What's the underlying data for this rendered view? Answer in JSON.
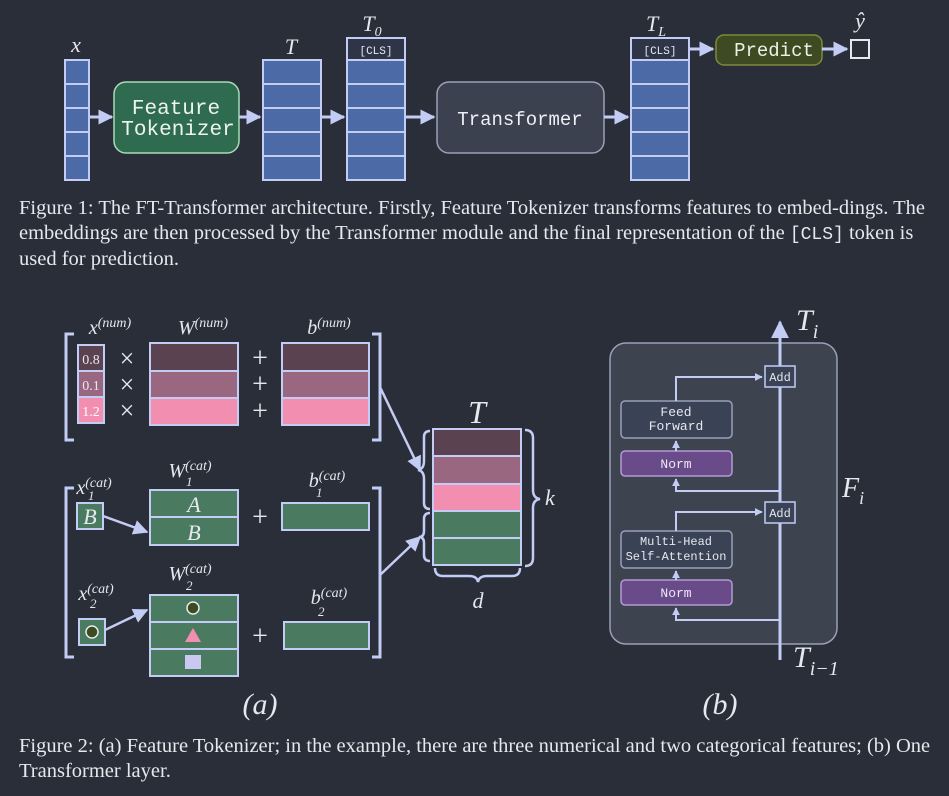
{
  "figure1": {
    "x_label": "x",
    "T_label": "T",
    "T0_label": "T",
    "T0_sub": "0",
    "TL_label": "T",
    "TL_sub": "L",
    "yhat_label": "ŷ",
    "cls_token": "[CLS]",
    "feature_tokenizer_line1": "Feature",
    "feature_tokenizer_line2": "Tokenizer",
    "transformer_label": "Transformer",
    "predict_label": "Predict",
    "caption_prefix": "Figure 1: The FT-Transformer architecture. Firstly, Feature Tokenizer transforms features to embed-dings. The embeddings are then processed by the Transformer module and the final representation of the ",
    "caption_cls": "[CLS]",
    "caption_suffix": " token is used for prediction."
  },
  "figure2": {
    "x_num_label": "x",
    "num_sup": "(num)",
    "W_num_label": "W",
    "b_num_label": "b",
    "num_values": [
      "0.8",
      "0.1",
      "1.2"
    ],
    "times": "×",
    "plus": "+",
    "x_cat1_label": "x",
    "x_cat2_label": "x",
    "cat_sup": "(cat)",
    "sub1": "1",
    "sub2": "2",
    "W_cat1_label": "W",
    "W_cat2_label": "W",
    "b_cat1_label": "b",
    "b_cat2_label": "b",
    "cat1_value": "B",
    "cat1_rows": [
      "A",
      "B"
    ],
    "T_label": "T",
    "k_label": "k",
    "d_label": "d",
    "panel_a_label": "(a)",
    "panel_b_label": "(b)",
    "Ti_label": "T",
    "Ti_sub": "i",
    "Ti1_label": "T",
    "Ti1_sub": "i−1",
    "Fi_label": "F",
    "Fi_sub": "i",
    "add_label": "Add",
    "feed_forward_line1": "Feed",
    "feed_forward_line2": "Forward",
    "norm_label": "Norm",
    "mha_line1": "Multi-Head",
    "mha_line2": "Self-Attention",
    "caption": "Figure 2: (a) Feature Tokenizer; in the example, there are three numerical and two categorical features; (b) One Transformer layer."
  },
  "colors": {
    "background": "#2a2e38",
    "stack_fill": "#4c6aa6",
    "stack_stroke": "#c2ccf4",
    "feature_tokenizer_fill": "#2f6b4f",
    "predict_fill": "#3d4a22",
    "transformer_fill": "#3c4150",
    "num_row1": "#5a4250",
    "num_row2": "#9a6781",
    "num_row3": "#f28fb1",
    "cat_fill": "#4a7a5f",
    "norm_fill": "#6a4b8a",
    "layer_box_fill": "#3e4350",
    "arrow": "#c2ccf4"
  },
  "icons": [
    "circle-icon",
    "triangle-icon",
    "square-icon"
  ]
}
